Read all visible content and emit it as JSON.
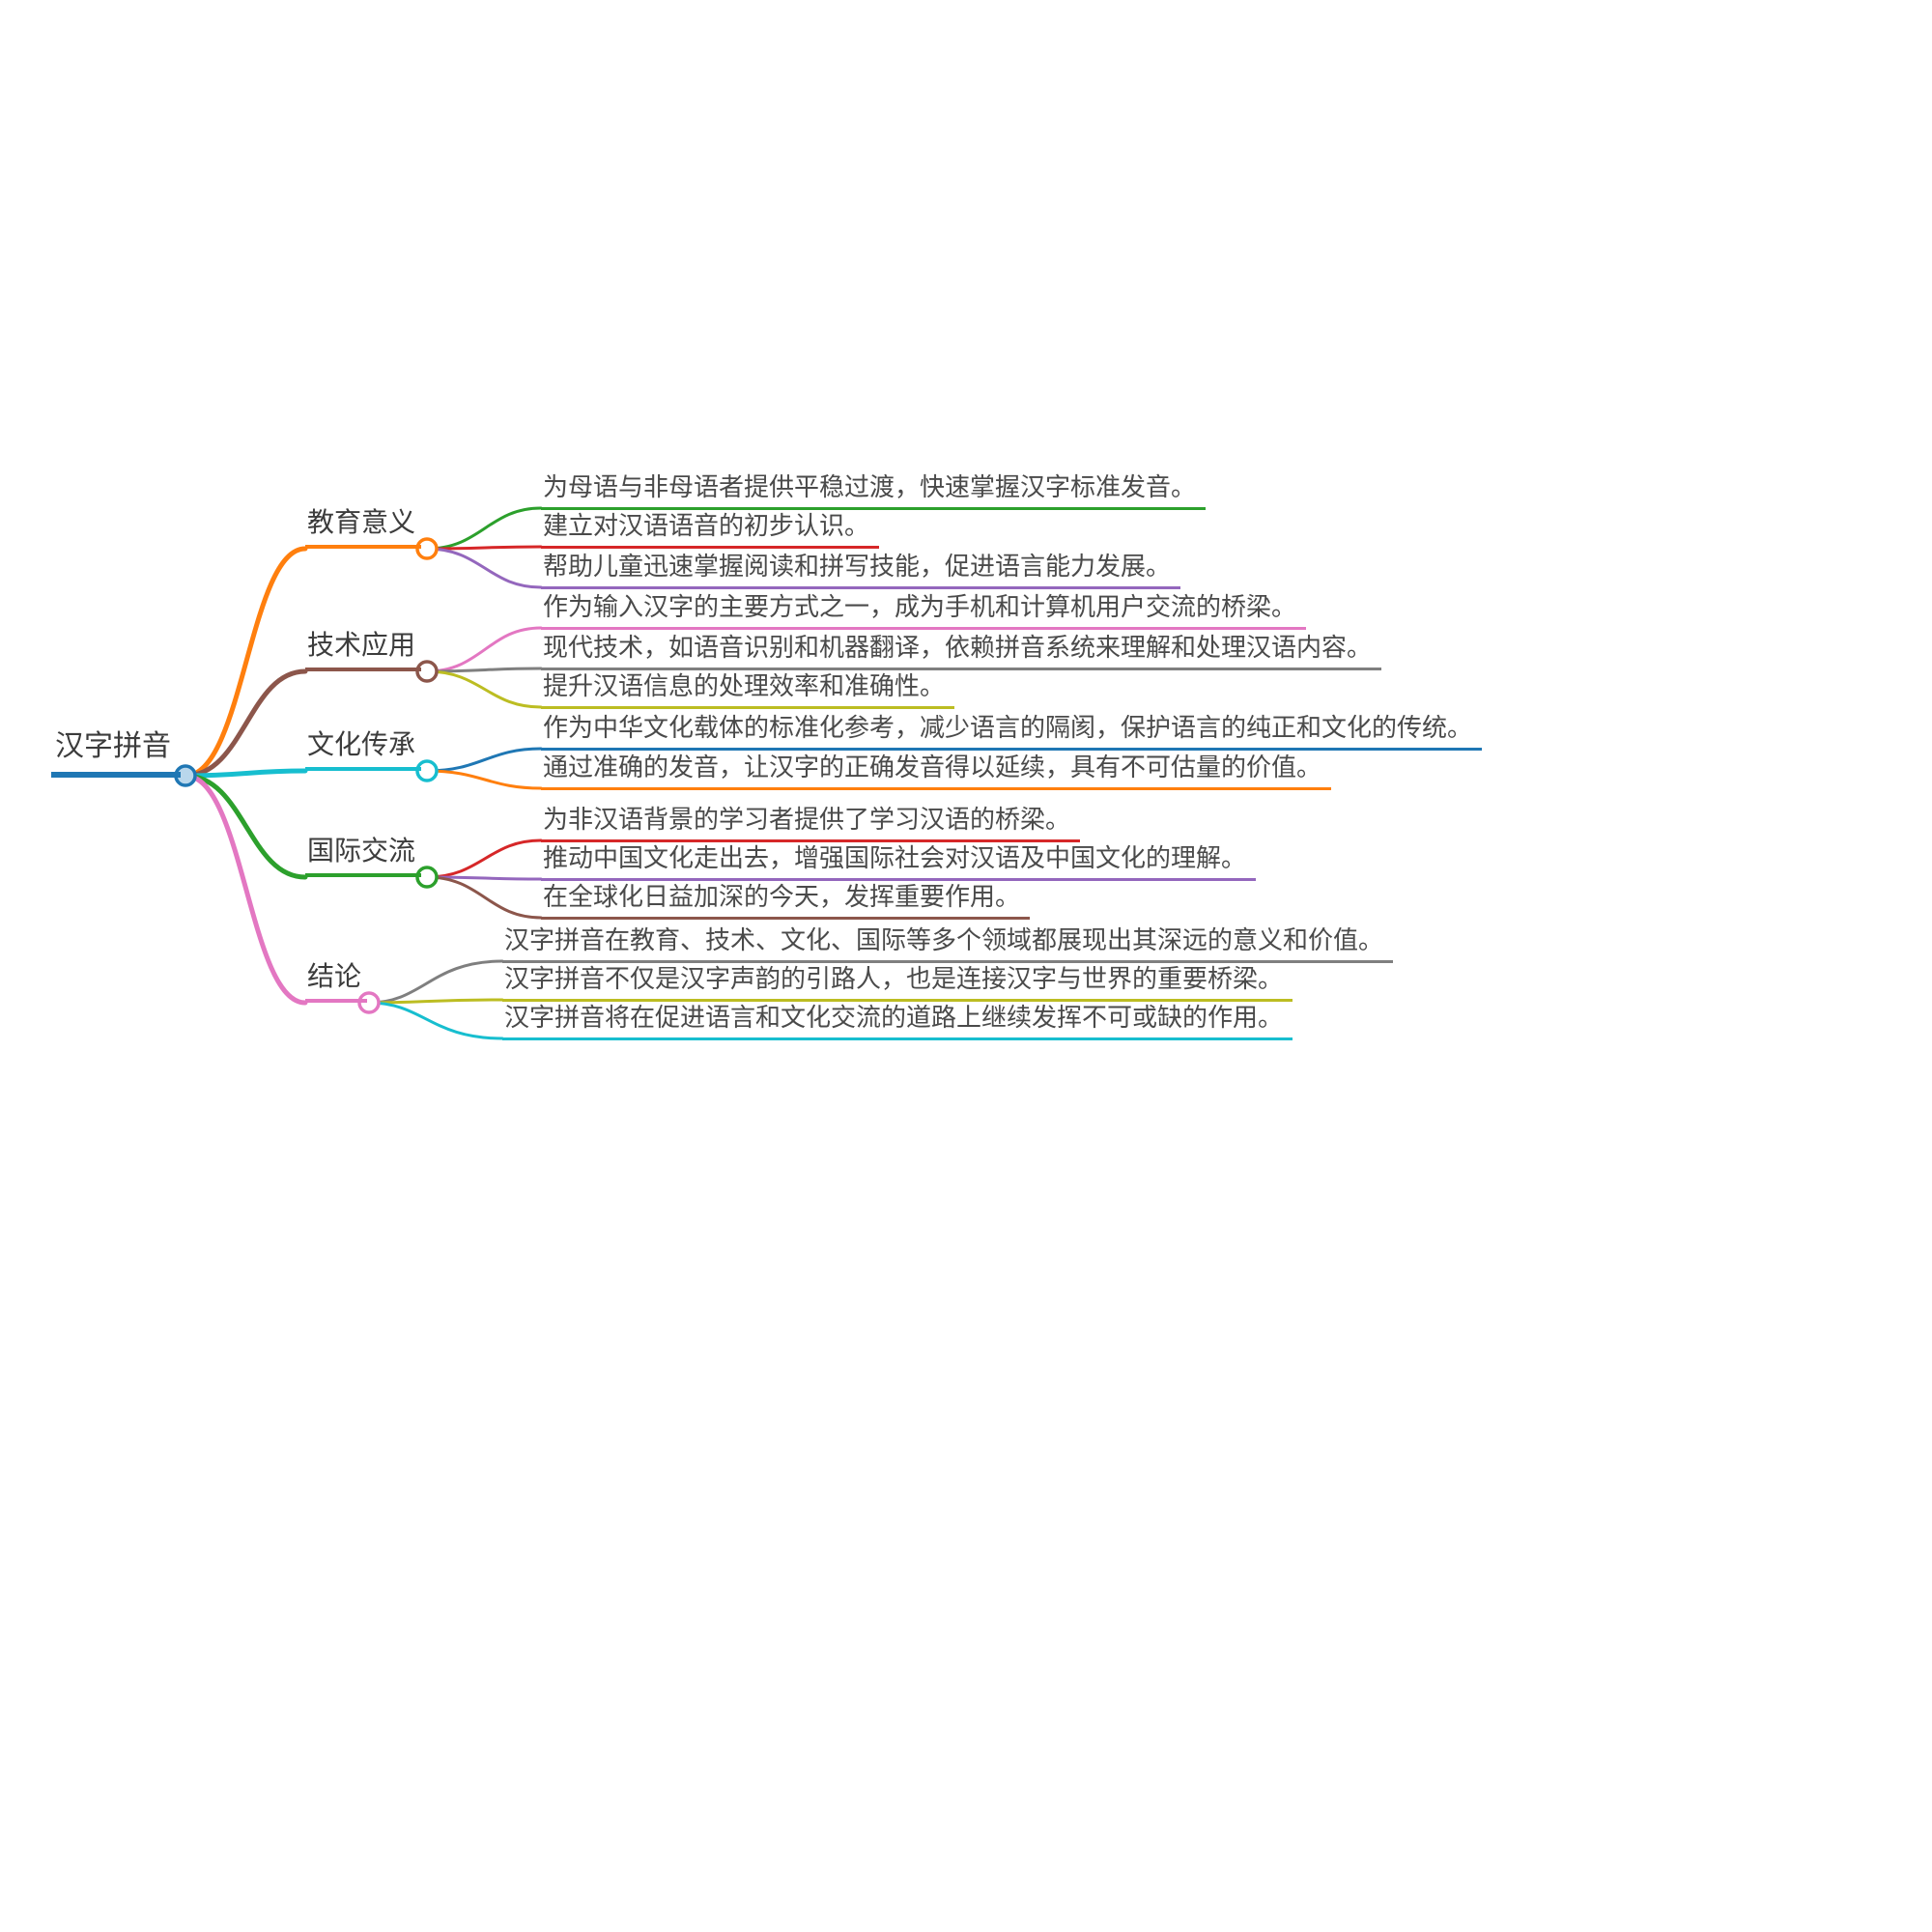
{
  "root": {
    "label": "汉字拼音",
    "color": "#1f77b4"
  },
  "branches": [
    {
      "label": "教育意义",
      "color": "#ff7f0e",
      "children": [
        {
          "text": "为母语与非母语者提供平稳过渡，快速掌握汉字标准发音。",
          "color": "#2ca02c"
        },
        {
          "text": "建立对汉语语音的初步认识。",
          "color": "#d62728"
        },
        {
          "text": "帮助儿童迅速掌握阅读和拼写技能，促进语言能力发展。",
          "color": "#9467bd"
        }
      ]
    },
    {
      "label": "技术应用",
      "color": "#8c564b",
      "children": [
        {
          "text": "作为输入汉字的主要方式之一，成为手机和计算机用户交流的桥梁。",
          "color": "#e377c2"
        },
        {
          "text": "现代技术，如语音识别和机器翻译，依赖拼音系统来理解和处理汉语内容。",
          "color": "#7f7f7f"
        },
        {
          "text": "提升汉语信息的处理效率和准确性。",
          "color": "#bcbd22"
        }
      ]
    },
    {
      "label": "文化传承",
      "color": "#17becf",
      "children": [
        {
          "text": "作为中华文化载体的标准化参考，减少语言的隔阂，保护语言的纯正和文化的传统。",
          "color": "#1f77b4"
        },
        {
          "text": "通过准确的发音，让汉字的正确发音得以延续，具有不可估量的价值。",
          "color": "#ff7f0e"
        }
      ]
    },
    {
      "label": "国际交流",
      "color": "#2ca02c",
      "children": [
        {
          "text": "为非汉语背景的学习者提供了学习汉语的桥梁。",
          "color": "#d62728"
        },
        {
          "text": "推动中国文化走出去，增强国际社会对汉语及中国文化的理解。",
          "color": "#9467bd"
        },
        {
          "text": "在全球化日益加深的今天，发挥重要作用。",
          "color": "#8c564b"
        }
      ]
    },
    {
      "label": "结论",
      "color": "#e377c2",
      "children": [
        {
          "text": "汉字拼音在教育、技术、文化、国际等多个领域都展现出其深远的意义和价值。",
          "color": "#7f7f7f"
        },
        {
          "text": "汉字拼音不仅是汉字声韵的引路人，也是连接汉字与世界的重要桥梁。",
          "color": "#bcbd22"
        },
        {
          "text": "汉字拼音将在促进语言和文化交流的道路上继续发挥不可或缺的作用。",
          "color": "#17becf"
        }
      ]
    }
  ]
}
